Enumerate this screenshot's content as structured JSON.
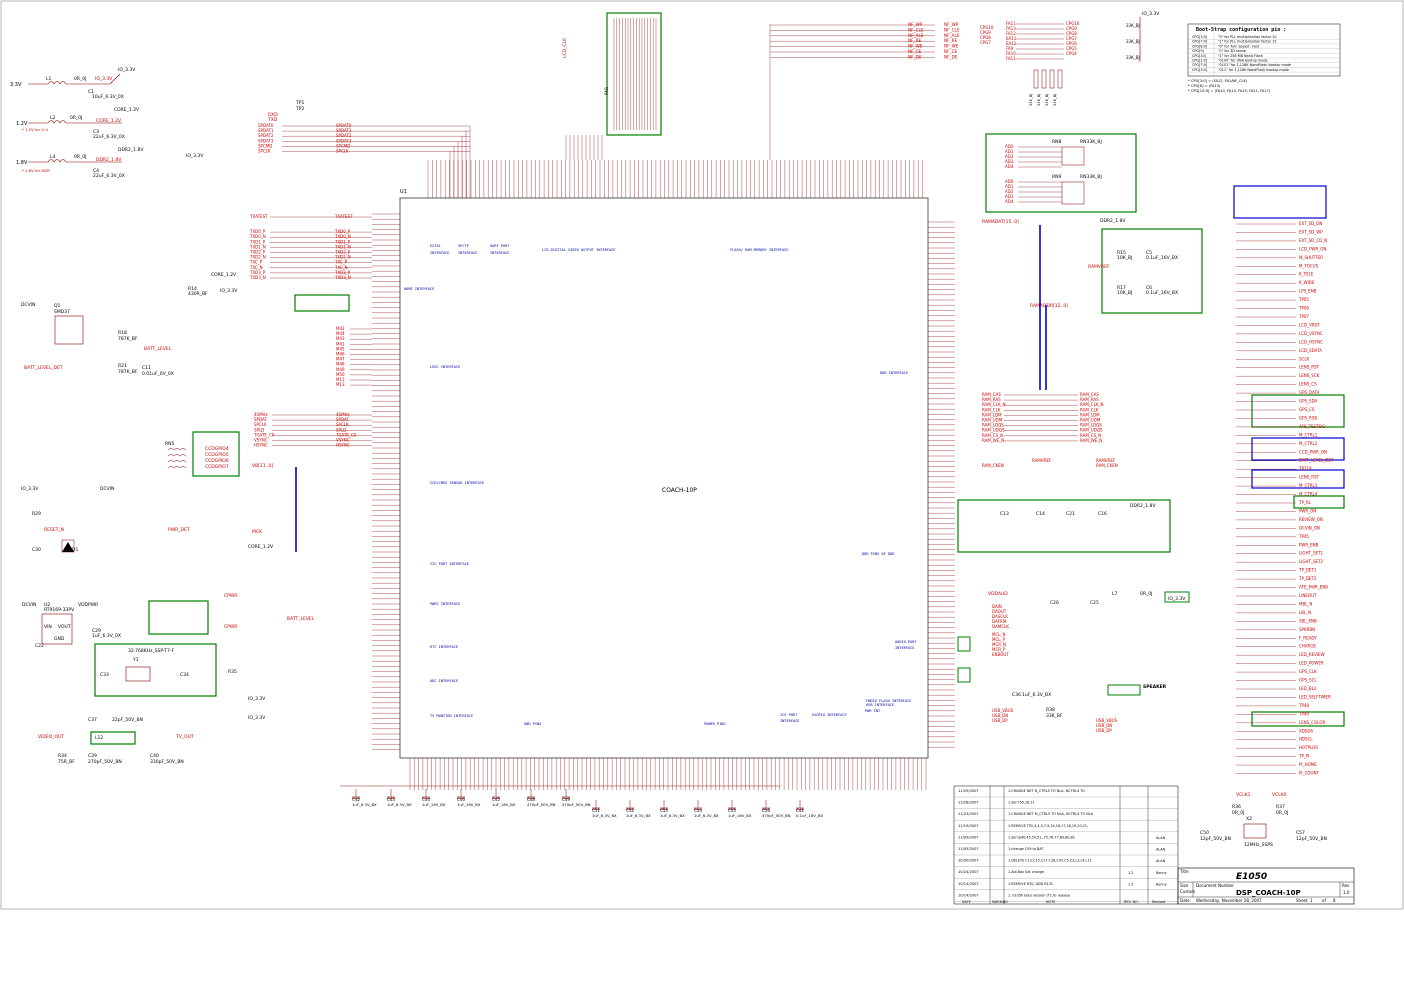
{
  "power_rails": [
    {
      "input": "3.3V",
      "inductor": "L1",
      "bead": "0R_0J",
      "net": "IO_3.3V",
      "cap": "C1",
      "cap_value": "10uF_6.3V_0X",
      "note": ""
    },
    {
      "input": "1.2V",
      "inductor": "L2",
      "bead": "0R_0J",
      "net": "CORE_1.2V",
      "cap": "C3",
      "cap_value": "22uF_6.3V_0X",
      "note": "* 1.2V for U-4"
    },
    {
      "input": "1.8V",
      "inductor": "L4",
      "bead": "0R_0J",
      "net": "DDR2_1.8V",
      "cap": "C4",
      "cap_value": "22uF_6.3V_0X",
      "note": "* 1.8V for DDR"
    }
  ],
  "header_top": {
    "title": "LCD_CLK",
    "ref": "RN1"
  },
  "nand_nets": [
    "NF_WP",
    "NF_CLE",
    "NF_ALE",
    "NF_RE",
    "NF_WE",
    "NF_CE",
    "NF_DE"
  ],
  "gpio_top": {
    "left": [
      "CPG10",
      "CPG9",
      "CPG8",
      "CPG7"
    ],
    "mid": [
      "FA11",
      "FA13",
      "FA12",
      "EA11",
      "EA12",
      "FA9",
      "FA10",
      "FA11"
    ],
    "right": [
      "CPG10",
      "CPG9",
      "CPG8",
      "CPG7",
      "CPG6",
      "CPG5",
      "CPG4"
    ],
    "res_value": "33K_BJ",
    "io": "IO_3.3V"
  },
  "boot_table": {
    "title": "Boot-Strap configuration pin :",
    "rows": [
      [
        "CPG[3:0]",
        "\"0\" for PLL multiplication factor 10"
      ],
      [
        "CPG[7:4]",
        "\"1\" for PLL multiplication factor 15"
      ],
      [
        "CPG[8:0]",
        "\"0\" for Turn Speed : Fast"
      ],
      [
        "CPG[9]",
        "\"0\" for 3D sense"
      ],
      [
        "CPG[10]",
        "\"1\" for 256 MB Nand Flash"
      ],
      [
        "CPG[1:0]",
        "\"0100\" for UNA bootup mode"
      ],
      [
        "CPG[7:4]",
        "\"0101\" for 1,128K NandFlash bootup mode"
      ],
      [
        "CPG[3:0]",
        "\"011\" for 1,128K NandFlash bootup mode"
      ]
    ],
    "notes": [
      "* CPG[3:0] = (FA12, FA1/NF_CLK)",
      "* CPG[6] = (FA13)",
      "* CPG[15:9] = (FA10, FA13, FA19, FA21, FA17)"
    ]
  },
  "main_chip": {
    "ref": "U1",
    "part": "COACH-10P"
  },
  "left_nets": [
    "TXATEST",
    "TXD0_P",
    "TXD0_N",
    "TXD1_P",
    "TXD1_N",
    "TXD2_P",
    "TXD2_N",
    "TXC_P",
    "TXC_N",
    "TXD3_P",
    "TXD3_N"
  ],
  "sensor_nets": [
    "M42",
    "M44",
    "M43",
    "M41",
    "M45",
    "M46",
    "M47",
    "M48",
    "M49",
    "M50",
    "M11",
    "M13"
  ],
  "ccd_nets": [
    "4SMHz",
    "SPDAT",
    "SPCLK",
    "SPLD",
    "TGATE_C0",
    "VSYNC",
    "HSYNC"
  ],
  "left_labels": {
    "tp1": "TP1",
    "tp2": "TP2",
    "rxd": "RXD",
    "txd": "TXD",
    "spdat": [
      "SPDAT0",
      "SPDAT1",
      "SPDAT2",
      "SPDAT3",
      "SPCMD",
      "SPCLK"
    ],
    "rn5": "RN5",
    "ccd_gpio": [
      "CCDGPIO4",
      "CCDGPIO5",
      "CCDGPIO6",
      "CCDGPIO7"
    ],
    "vb": "VB[11..0]",
    "dcvin": "DCVIN",
    "q1": "Q1",
    "q1_part": "SMD37",
    "batt_level": "BATT_LEVEL",
    "batt_det": "BATT_LEVEL_DET",
    "r18": "R18",
    "r18v": "787K_BF",
    "r21": "R21",
    "r21v": "787K_BF",
    "c11": "C11",
    "c11v": "0.01uF_0V_0X",
    "io33": "IO_3.3V",
    "core12": "CORE_1.2V",
    "r14": "R14",
    "r14v": "430R_BF",
    "reset_n": "RESET_N",
    "pwr_det": "PWR_DET",
    "r29": "R29",
    "c30": "C30",
    "d1": "D1",
    "u2": "U2",
    "u2_part": "RT9169-33PV",
    "vddpwr": "VDDPWR",
    "vin": "VIN",
    "vout": "VOUT",
    "gnd": "GND",
    "c22": "C22",
    "c29": "C29",
    "c29v": "1uF_6.3V_0X",
    "y1": "Y1",
    "y1v": "32.768KHz_SSP-T7-F",
    "c33": "C33",
    "c34": "C34",
    "r35": "R35",
    "video_out": "VIDEO_OUT",
    "tv_out": "TV_OUT",
    "c37": "C37",
    "c37v": "22pF_50V_BN",
    "l12": "L12",
    "r34": "R34",
    "r34v": "75R_BF",
    "c39": "C39",
    "c39v": "270pF_50V_BN",
    "c40": "C40",
    "c40v": "330pF_50V_BN",
    "mck": "MCK",
    "cpwr": "CPWR",
    "batt": "BATT_LEVEL"
  },
  "right_labels": {
    "ramadat": "RAMADAT[15..0]",
    "ramaddr": "RAMADDR[12..0]",
    "ddr_cmd": [
      "RAM_CAS",
      "RAM_RAS",
      "RAM_CLK_N",
      "RAM_CLK",
      "RAM_LDM",
      "RAM_UDM",
      "RAM_LDQS",
      "RAM_UDQS",
      "RAM_CS_N",
      "RAM_WE_N"
    ],
    "ramvref": "RAMVREF",
    "ramcken": "RAM_CKEN",
    "ddr2": "DDR2_1.8V",
    "rn8": "RN8",
    "rn9": "RN9",
    "rn_value": "RN33K_BJ",
    "r15": "R15",
    "r15v": "10K_BJ",
    "r17": "R17",
    "r17v": "10K_BJ",
    "c5": "C5",
    "c5v": "0.1uF_16V_BX",
    "c6": "C6",
    "ad_nets": [
      "AD0",
      "AD1",
      "AD2",
      "AD3",
      "AD4"
    ],
    "c13": "C13",
    "c14": "C14",
    "c21": "C21",
    "c16": "C16",
    "vddaud": "VDDAUD",
    "c26": "C26",
    "c25": "C25",
    "l7": "L7",
    "l7v": "0R_0J",
    "dac_nets": [
      "DAIN",
      "DAOUT",
      "DASCLK",
      "DAFRM",
      "DAMCLK"
    ],
    "mic_nets": [
      "MCL_N",
      "MCL_P",
      "MCR_N",
      "MCR_P",
      "ENBOUT"
    ],
    "speaker": "SPEAKER",
    "usb": [
      "USB_VBUS",
      "USB_DN",
      "USB_DP"
    ],
    "r38": "R38",
    "r38v": "33K_BF",
    "c36": "C36",
    "c36v": "1uF_6.3V_BX"
  },
  "right_signals": [
    "EXT_SD_ON",
    "EXT_SD_WP",
    "EXT_SD_CD_N",
    "LCD_PWR_ON",
    "M_SHUTTER",
    "M_FOCUS",
    "K_TELE",
    "K_WIDE",
    "LPS_ENB",
    "TP05",
    "TP06",
    "TP07",
    "LCD_VRST",
    "LCD_VSYNC",
    "LCD_HSYNC",
    "LCD_SDATA",
    "SCLK",
    "LENS_RST",
    "LENS_SCK",
    "LENS_CS",
    "GPS_DATA",
    "GPS_SDA",
    "GPS_CS",
    "GPS_RSB",
    "AFE_TESTSIG",
    "M_CTRL1",
    "M_CTRL2",
    "CCD_PWR_ON",
    "BATT_LEVEL_DET",
    "TP119",
    "LENS_RST",
    "M_CTRL3",
    "M_CTRL4",
    "TP_RL",
    "PWR_ON",
    "REVIEW_ON",
    "DCVIN_ON",
    "TP45",
    "PWR_ENB",
    "LIGHT_SET1",
    "LIGHT_SET2",
    "TP_DET1",
    "TP_DET2",
    "AFE_PWR_ENB",
    "LINEOUT",
    "MBL_N",
    "LBL_N",
    "SBL_ENB",
    "SPKRBN",
    "F_READY",
    "CHARGE",
    "LED_REVIEW",
    "LED_POWER",
    "GPS_CLK",
    "GPS_SCL",
    "LED_BLU",
    "LED_SELFTIMER",
    "TP48",
    "TP49",
    "LENS_COLOR",
    "XDSDA",
    "HDSCL",
    "HOTPLUG",
    "TP_PI",
    "PI_HOME",
    "PI_COUNT"
  ],
  "bottom_caps": [
    "C42",
    "C43",
    "C44",
    "C46",
    "C45",
    "C48",
    "C49",
    "C51",
    "C52",
    "C53",
    "C54",
    "C55",
    "C56",
    "C41"
  ],
  "bottom_cap_values": [
    "1uF_6.3V_BX",
    "1uF_6.3V_BX",
    "1uF_16V_BX",
    "1uF_16V_BX",
    "1uF_16V_BX",
    "470pF_50V_BN",
    "470pF_50V_BN",
    "1uF_6.3V_BX",
    "1uF_6.3V_BX",
    "1uF_6.3V_BX",
    "1uF_6.3V_BX",
    "1uF_16V_BX",
    "470pF_50V_BN",
    "0.1uF_16V_BX"
  ],
  "bottom_right": {
    "vclk1": "VCLK1",
    "vclk0": "VCLK0",
    "r36": "R36",
    "r36v": "0R_0J",
    "r37": "R37",
    "r37v": "0R_0J",
    "x2": "X2",
    "x2v": "12MHz_SSPS",
    "c50": "C50",
    "c50v": "12pF_50V_BN",
    "c57": "C57",
    "c57v": "12pF_50V_BN"
  },
  "revision_history": [
    {
      "date": "11/29/2007",
      "text": "1.CHANGE NET N_CTRL5 TO NLA, NCTRL4 TO"
    },
    {
      "date": "11/28/2007",
      "text": "1.del T55,16,11"
    },
    {
      "date": "11/23/2007",
      "text": "1.CHANGE NET M_CTRL5 TO NLA, NCTRL4 TO NLA"
    },
    {
      "date": "11/19/2007",
      "text": "1.REMOVE TP2,3,4,5,7,9,14,16,17,18,19,20,21,"
    },
    {
      "date": "11/09/2007",
      "text": "1.del tp40,45,50,51,,75,76,77,80,80,81"
    },
    {
      "date": "11/05/2007",
      "text": "1.change C59 to BAT"
    },
    {
      "date": "10/30/2007",
      "text": "1.DELETE C12,C15,C17,C18,C47,C5,C3,L3,L4,L11"
    },
    {
      "date": "10/24/2007",
      "text": "1.Adj.Box Set change"
    },
    {
      "date": "10/14/2007",
      "text": "1.REMOVE R30, ADD R131"
    },
    {
      "date": "10/14/2007",
      "text": "1. E1050 beta version (T1.0) release"
    }
  ],
  "revision_initials": [
    "ALAN",
    "ALAN",
    "ALAN",
    "Benny",
    "Benny"
  ],
  "revision_numbers": [
    "1.2",
    "1.5"
  ],
  "revision_columns": [
    "DATE",
    "MARKING",
    "NOTE",
    "REV. NO.",
    "Revised"
  ],
  "title_block": {
    "title_label": "Title",
    "title": "E1050",
    "size_label": "Size",
    "size": "Custom",
    "docnum_label": "Document Number",
    "docnum": "DSP_COACH-10P",
    "rev_label": "Rev",
    "rev": "1.0",
    "date_label": "Date:",
    "date": "Wednesday, November 28, 2007",
    "sheet_label": "Sheet",
    "sheet": "1",
    "of_label": "of",
    "of": "8"
  },
  "colors": {
    "wire": "#8b0000",
    "net": "#d00000",
    "box": "#008000",
    "bus": "#0000cc",
    "text": "#000000",
    "chip": "#333333"
  }
}
